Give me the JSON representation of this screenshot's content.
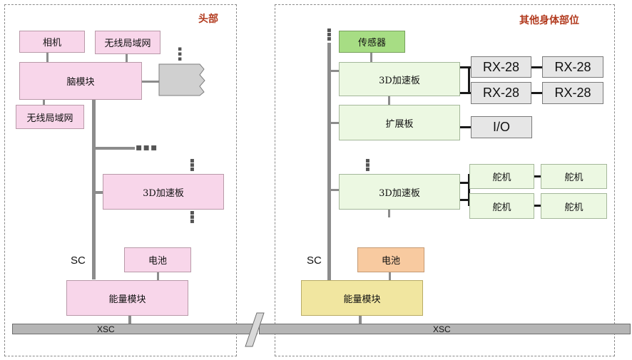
{
  "head": {
    "title": "头部",
    "camera": "相机",
    "wlan_top": "无线局域网",
    "brain": "脑模块",
    "wlan_bottom": "无线局域网",
    "accel": "3D加速板",
    "battery": "电池",
    "power": "能量模块",
    "sc": "SC",
    "xsc": "XSC"
  },
  "body": {
    "title": "其他身体部位",
    "sensor": "传感器",
    "accel_top": "3D加速板",
    "expansion": "扩展板",
    "accel_bottom": "3D加速板",
    "rx": [
      "RX-28",
      "RX-28",
      "RX-28",
      "RX-28"
    ],
    "io": "I/O",
    "servos": [
      "舵机",
      "舵机",
      "舵机",
      "舵机"
    ],
    "battery": "电池",
    "power": "能量模块",
    "sc": "SC",
    "xsc": "XSC"
  },
  "colors": {
    "head_box": "#f8d6ea",
    "body_box": "#ecf8e2",
    "sensor": "#a7dd84",
    "battery_body": "#f8caa0",
    "power_body": "#f1e6a0",
    "title": "#b23a1e"
  }
}
